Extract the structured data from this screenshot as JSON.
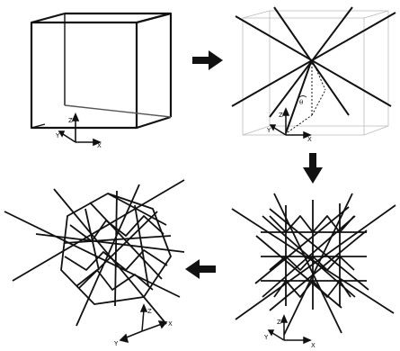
{
  "axes": {
    "x_label": "X",
    "y_label": "Y",
    "z_label": "Z"
  },
  "angle_symbol": "θ",
  "flow_arrows": [
    "right",
    "down",
    "left"
  ],
  "panels": [
    {
      "id": "cube",
      "description": "unit cube wireframe"
    },
    {
      "id": "diagonals",
      "description": "cube with body diagonals and angle"
    },
    {
      "id": "lattice",
      "description": "octet-like strut lattice"
    },
    {
      "id": "rotated-lattice",
      "description": "rotated strut lattice"
    }
  ]
}
